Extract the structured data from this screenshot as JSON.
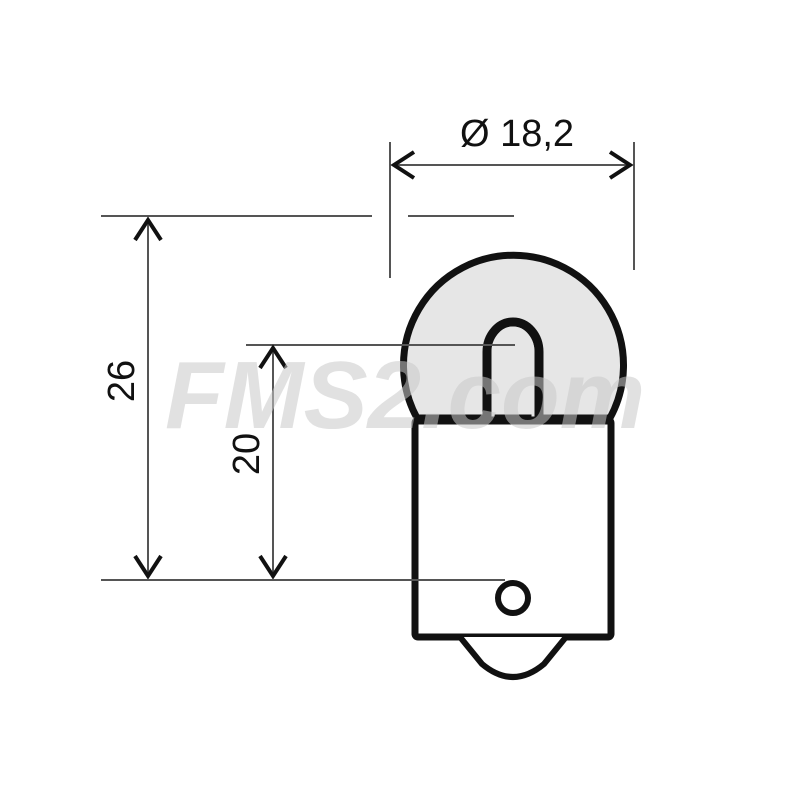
{
  "diagram": {
    "type": "technical-dimension-drawing",
    "subject": "bulb with bayonet base",
    "colors": {
      "outline": "#111111",
      "dim_line": "#555555",
      "glass_fill": "#e6e6e6",
      "base_fill": "#ffffff",
      "watermark": "#c8c8c8"
    },
    "dimensions": {
      "diameter": {
        "label": "Ø 18,2",
        "orientation": "horizontal"
      },
      "total_height": {
        "label": "26",
        "orientation": "vertical"
      },
      "light_center_height": {
        "label": "20",
        "orientation": "vertical"
      }
    },
    "watermark": {
      "text": "FMS2.com"
    }
  }
}
